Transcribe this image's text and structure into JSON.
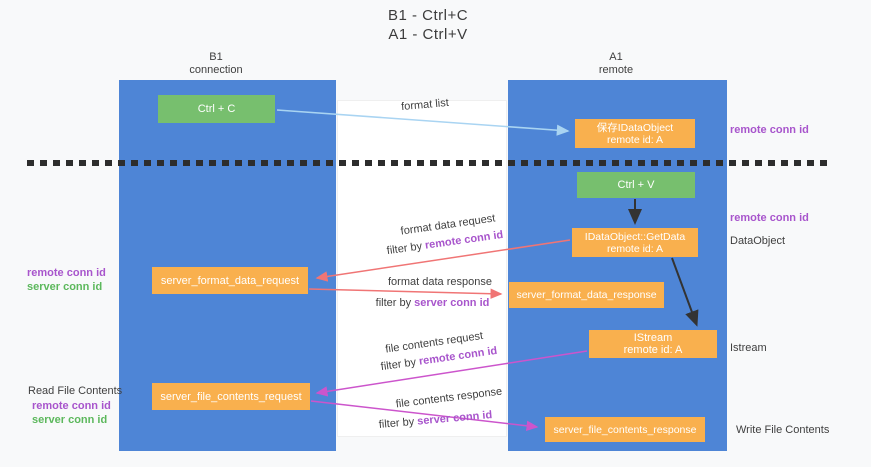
{
  "title": {
    "line1": "B1 - Ctrl+C",
    "line2": "A1 - Ctrl+V"
  },
  "lanes": {
    "left": {
      "title": "B1",
      "subtitle": "connection"
    },
    "right": {
      "title": "A1",
      "subtitle": "remote"
    }
  },
  "nodes": {
    "ctrl_c": {
      "label": "Ctrl + C"
    },
    "save_dataobject": {
      "line1": "保存IDataObject",
      "line2": "remote id: A"
    },
    "ctrl_v": {
      "label": "Ctrl + V"
    },
    "getdata": {
      "line1": "IDataObject::GetData",
      "line2": "remote id: A"
    },
    "format_request": {
      "label": "server_format_data_request"
    },
    "format_response": {
      "label": "server_format_data_response"
    },
    "istream": {
      "line1": "IStream",
      "line2": "remote id: A"
    },
    "file_request": {
      "label": "server_file_contents_request"
    },
    "file_response": {
      "label": "server_file_contents_response"
    }
  },
  "annotations": {
    "remote_conn_id_top": "remote conn id",
    "remote_conn_id_mid": "remote conn id",
    "dataobject": "DataObject",
    "istream": "Istream",
    "write_file_contents": "Write File Contents",
    "read_file_contents": "Read File Contents",
    "left_pair_1": {
      "remote": "remote conn id",
      "server": "server conn id"
    },
    "left_pair_2": {
      "remote": "remote conn id",
      "server": "server conn id"
    }
  },
  "flow_labels": {
    "format_list": "format list",
    "format_data_request": "format data request",
    "filter_remote_1": {
      "prefix": "filter by ",
      "value": "remote conn id"
    },
    "format_data_response": "format data response",
    "filter_server_1": {
      "prefix": "filter by ",
      "value": "server conn id"
    },
    "file_contents_request": "file contents request",
    "filter_remote_2": {
      "prefix": "filter by ",
      "value": "remote conn id"
    },
    "file_contents_response": "file contents response",
    "filter_server_2": {
      "prefix": "filter by ",
      "value": "server conn id"
    }
  },
  "colors": {
    "lane_blue": "#4e85d6",
    "box_green": "#77bf6e",
    "box_orange": "#f9b04e",
    "arrow_red": "#f07575",
    "arrow_magenta": "#cc55cc",
    "arrow_lightblue": "#a9d4f2",
    "arrow_black": "#333333",
    "text_purple": "#a855cc",
    "text_green": "#5cb85c"
  }
}
